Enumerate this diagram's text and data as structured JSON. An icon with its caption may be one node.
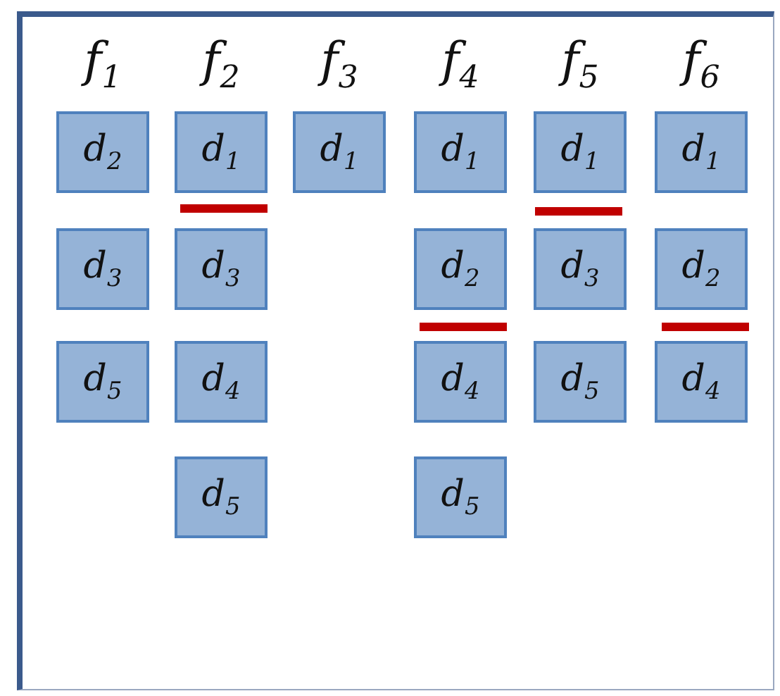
{
  "diagram": {
    "nodes": [
      {
        "text": [
          "d$_{2}$"
        ]
      },
      {
        "text": [
          "d$_{1}$"
        ]
      },
      {
        "text": [
          "d$_{1}$"
        ]
      },
      {
        "text": [
          "d$_{1}$"
        ]
      },
      {
        "text": [
          "d$_{1}$"
        ]
      },
      {
        "text": [
          "d$_{1}$"
        ]
      },
      {
        "text": [
          "d$_{3}$"
        ]
      },
      {
        "text": [
          "d$_{3}$"
        ]
      },
      {
        "text": [
          "d$_{2}$"
        ]
      },
      {
        "text": [
          "d$_{3}$"
        ]
      },
      {
        "text": [
          "d$_{2}$"
        ]
      },
      {
        "text": [
          "d$_{5}$"
        ]
      },
      {
        "text": [
          "d$_{4}$"
        ]
      },
      {
        "text": [
          "d$_{4}$"
        ]
      },
      {
        "text": [
          "d$_{5}$"
        ]
      },
      {
        "text": [
          "d$_{4}$"
        ]
      },
      {
        "text": [
          "d$_{5}$"
        ]
      },
      {
        "text": [
          "d$_{5}$"
        ]
      }
    ],
    "labels": [
      "f$_{1}$",
      "f$_{2}$",
      "f$_{3}$",
      "f$_{4}$",
      "f$_{5}$",
      "f$_{6}$"
    ]
  }
}
